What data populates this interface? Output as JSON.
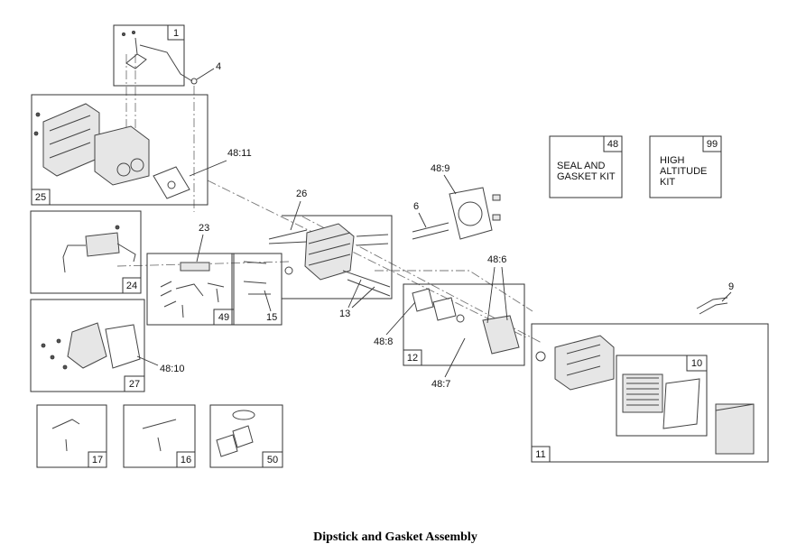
{
  "caption": "Dipstick and Gasket Assembly",
  "groups": [
    {
      "num": "1"
    },
    {
      "num": "25"
    },
    {
      "num": "24"
    },
    {
      "num": "49"
    },
    {
      "num": "27"
    },
    {
      "num": "17"
    },
    {
      "num": "16"
    },
    {
      "num": "50"
    },
    {
      "num": "12"
    },
    {
      "num": "11"
    },
    {
      "num": "10"
    }
  ],
  "kits": [
    {
      "num": "48",
      "lines": [
        "SEAL AND",
        "GASKET KIT"
      ]
    },
    {
      "num": "99",
      "lines": [
        "HIGH",
        "ALTITUDE",
        "KIT"
      ]
    }
  ],
  "callouts": [
    "4",
    "48:11",
    "26",
    "23",
    "48:9",
    "6",
    "48:6",
    "9",
    "15",
    "13",
    "48:8",
    "48:10",
    "48:7"
  ]
}
